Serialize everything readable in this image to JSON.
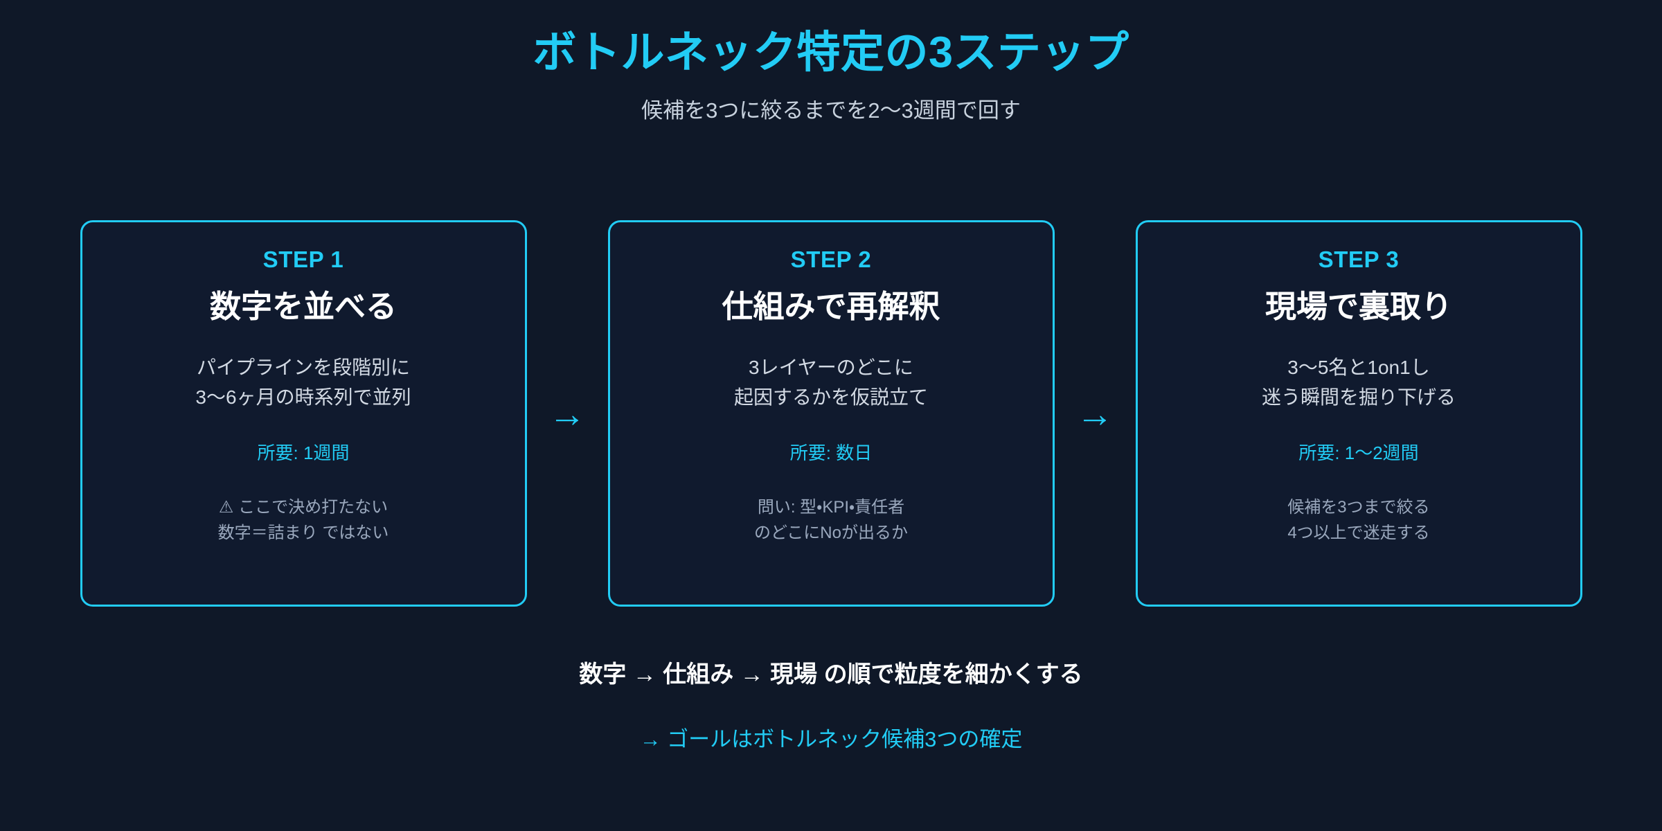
{
  "header": {
    "title": "ボトルネック特定の3ステップ",
    "subtitle": "候補を3つに絞るまでを2〜3週間で回す"
  },
  "arrow_glyph": "→",
  "colors": {
    "background": "#0f1828",
    "card_fill": "#101a2e",
    "accent": "#22ccf5",
    "heading": "#ffffff",
    "body_text": "#d3dae4",
    "note_text": "#9aa8bd",
    "subtitle_text": "#c8d2de"
  },
  "steps": [
    {
      "label": "STEP 1",
      "title": "数字を並べる",
      "desc_line1": "パイプラインを段階別に",
      "desc_line2": "3〜6ヶ月の時系列で並列",
      "duration": "所要: 1週間",
      "note_line1": "⚠ ここで決め打たない",
      "note_line2": "数字＝詰まり ではない"
    },
    {
      "label": "STEP 2",
      "title": "仕組みで再解釈",
      "desc_line1": "3レイヤーのどこに",
      "desc_line2": "起因するかを仮説立て",
      "duration": "所要: 数日",
      "note_line1": "問い: 型・KPI・責任者",
      "note_line2": "のどこにNoが出るか"
    },
    {
      "label": "STEP 3",
      "title": "現場で裏取り",
      "desc_line1": "3〜5名と1on1し",
      "desc_line2": "迷う瞬間を掘り下げる",
      "duration": "所要: 1〜2週間",
      "note_line1": "候補を3つまで絞る",
      "note_line2": "4つ以上で迷走する"
    }
  ],
  "footer": {
    "main": "数字 → 仕組み → 現場 の順で粒度を細かくする",
    "goal": "→ ゴールはボトルネック候補3つの確定"
  }
}
